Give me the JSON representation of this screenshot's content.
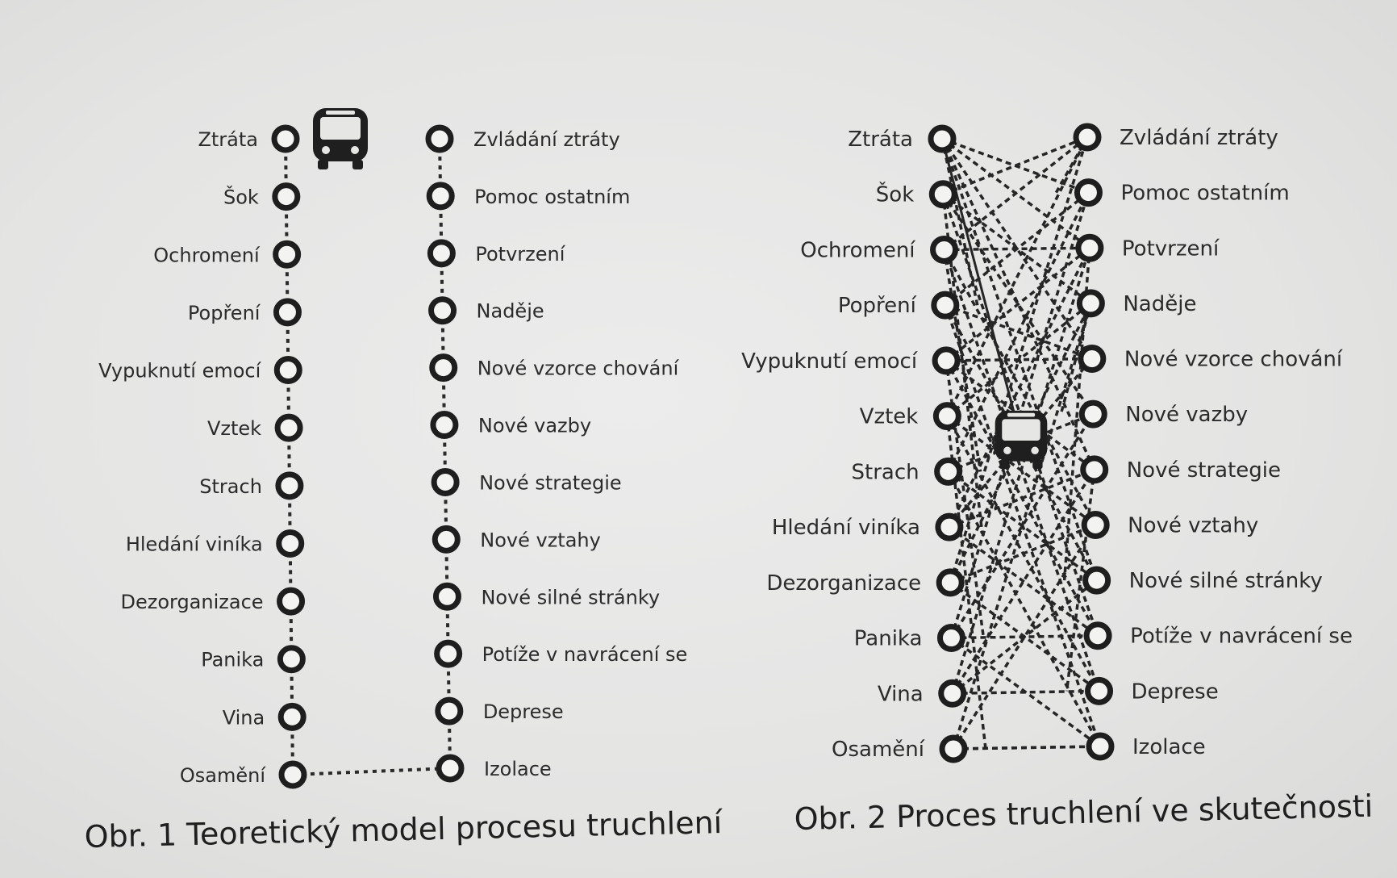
{
  "figures": {
    "fig1": {
      "caption": "Obr. 1 Teoretický model procesu truchlení",
      "left_stages": [
        "Ztráta",
        "Šok",
        "Ochromení",
        "Popření",
        "Vypuknutí emocí",
        "Vztek",
        "Strach",
        "Hledání viníka",
        "Dezorganizace",
        "Panika",
        "Vina",
        "Osamění"
      ],
      "right_stages": [
        "Zvládání ztráty",
        "Pomoc ostatním",
        "Potvrzení",
        "Naděje",
        "Nové vzorce chování",
        "Nové vazby",
        "Nové strategie",
        "Nové vztahy",
        "Nové silné stránky",
        "Potíže v navrácení se",
        "Deprese",
        "Izolace"
      ],
      "icon": "bus-icon"
    },
    "fig2": {
      "caption": "Obr. 2 Proces truchlení ve skutečnosti",
      "left_stages": [
        "Ztráta",
        "Šok",
        "Ochromení",
        "Popření",
        "Vypuknutí emocí",
        "Vztek",
        "Strach",
        "Hledání viníka",
        "Dezorganizace",
        "Panika",
        "Vina",
        "Osamění"
      ],
      "right_stages": [
        "Zvládání ztráty",
        "Pomoc ostatním",
        "Potvrzení",
        "Naděje",
        "Nové vzorce chování",
        "Nové vazby",
        "Nové strategie",
        "Nové vztahy",
        "Nové silné stránky",
        "Potíže v navrácení se",
        "Deprese",
        "Izolace"
      ],
      "icon": "bus-icon"
    }
  }
}
